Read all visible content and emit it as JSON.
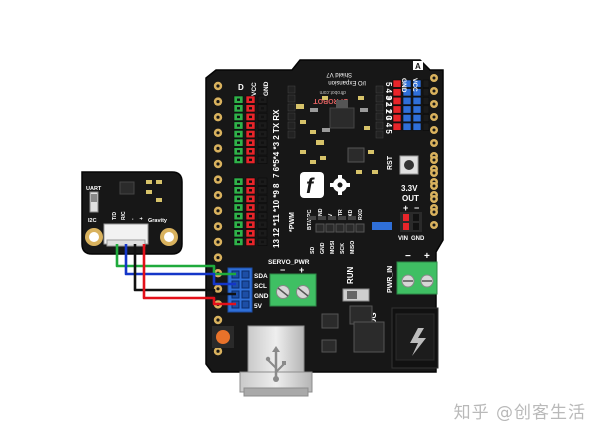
{
  "shield": {
    "logo_letter": "f",
    "title_line1": "I/O Expansion",
    "title_line2": "Shield V7",
    "brand": "DFROBOT",
    "site": "dfrobot.com",
    "rst_label": "RST",
    "out_3v3_label": "3.3V",
    "out_label": "OUT",
    "vin_label": "VIN",
    "gnd_label": "GND",
    "servo_pwr_label": "SERVO_PWR",
    "pwr_in_label": "PWR_IN",
    "run_label": "RUN",
    "prog_label": "PROG",
    "pwm_label": "*PWM",
    "d_label": "D",
    "a_label": "A",
    "digital_top_header": "7 6*5*4 *3 2 TX RX",
    "digital_bottom_header": "13 12 *11 *10 *9 8",
    "analog_header": "0 1 2 3 4 5",
    "analog_header_rev": "5 4 3 2 1 0",
    "top_right_vcc": "VCC",
    "top_right_gnd": "GND",
    "vcc_label": "VCC",
    "side_gnd_label": "GND",
    "iic_pins": [
      "SDA",
      "SCL",
      "GND",
      "5V"
    ],
    "bt_apc": "BT/APC",
    "bt_pins": [
      "GND",
      "5V",
      "DTR",
      "TXD",
      "RXD"
    ],
    "spi_pins": [
      "SD",
      "GND",
      "MOSI",
      "SCK",
      "MISO"
    ],
    "plus_sign": "+",
    "minus_sign": "−"
  },
  "sensor": {
    "labels": [
      "UART",
      "I2C",
      "Gravity"
    ],
    "pins": [
      "T/D",
      "R/C",
      "-",
      "+"
    ]
  },
  "wires": [
    {
      "name": "SDA",
      "color": "#1faa3c"
    },
    {
      "name": "SCL",
      "color": "#1436c8"
    },
    {
      "name": "GND",
      "color": "#111111"
    },
    {
      "name": "5V",
      "color": "#e3101a"
    }
  ],
  "colors": {
    "board": "#171717",
    "header_red": "#e8252a",
    "header_green": "#2fb34a",
    "header_blue": "#2f6fd8",
    "terminal_green": "#3fbf63",
    "gold": "#d9b25e",
    "jack": "#1a1a1a"
  },
  "watermark": "知乎 @创客生活"
}
